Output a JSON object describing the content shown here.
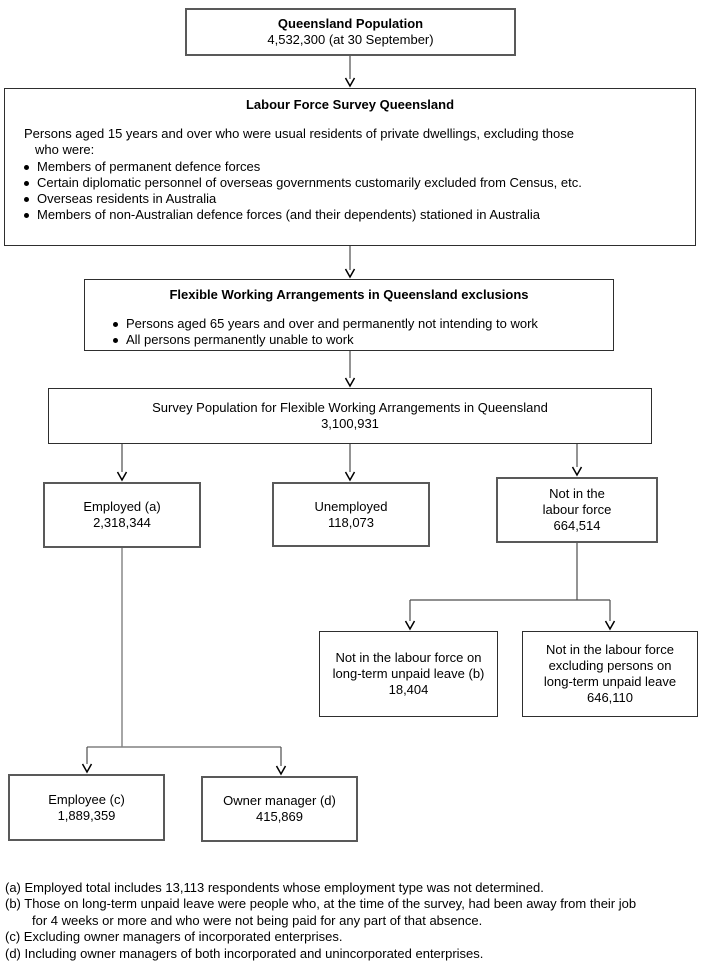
{
  "colors": {
    "background": "#ffffff",
    "text": "#000000",
    "box_border": "#595959",
    "panel_border": "#2e2e2e",
    "line": "#4d4d4d",
    "line_light": "#808080",
    "arrowhead": "#000000"
  },
  "flowchart": {
    "qld_population": {
      "title": "Queensland Population",
      "value": "4,532,300 (at 30 September)"
    },
    "labour_force_survey": {
      "title": "Labour Force Survey Queensland",
      "intro_line1": "Persons aged 15 years and over who were usual residents of private dwellings, excluding those",
      "intro_line2": "who were:",
      "bullets": [
        "Members of permanent defence forces",
        "Certain diplomatic personnel of overseas governments customarily excluded from Census, etc.",
        "Overseas residents in Australia",
        "Members of non-Australian defence forces (and their dependents) stationed in Australia"
      ]
    },
    "fwa_exclusions": {
      "title": "Flexible Working Arrangements in Queensland exclusions",
      "bullets": [
        "Persons aged 65 years and over and permanently not intending to work",
        "All persons permanently unable to work"
      ]
    },
    "survey_population": {
      "title": "Survey Population for Flexible Working Arrangements in Queensland",
      "value": "3,100,931"
    },
    "employed": {
      "label": "Employed (a)",
      "value": "2,318,344"
    },
    "unemployed": {
      "label": "Unemployed",
      "value": "118,073"
    },
    "not_in_labour_force": {
      "label_line1": "Not in the",
      "label_line2": "labour force",
      "value": "664,514"
    },
    "nilf_on_unpaid_leave": {
      "label_line1": "Not in the labour force on",
      "label_line2": "long-term unpaid leave (b)",
      "value": "18,404"
    },
    "nilf_excluding_unpaid_leave": {
      "label_line1": "Not in the labour force",
      "label_line2": "excluding persons on",
      "label_line3": "long-term unpaid leave",
      "value": "646,110"
    },
    "employee": {
      "label": "Employee (c)",
      "value": "1,889,359"
    },
    "owner_manager": {
      "label": "Owner manager (d)",
      "value": "415,869"
    }
  },
  "footnotes": {
    "a": "(a) Employed total includes 13,113 respondents whose employment type was not determined.",
    "b_line1": "(b) Those on long-term unpaid leave were people who, at the time of the survey, had been away from their job",
    "b_line2": "for 4 weeks or more and who were not being paid for any part of that absence.",
    "c": "(c) Excluding owner managers of incorporated enterprises.",
    "d": "(d) Including owner managers of both incorporated and unincorporated enterprises."
  }
}
